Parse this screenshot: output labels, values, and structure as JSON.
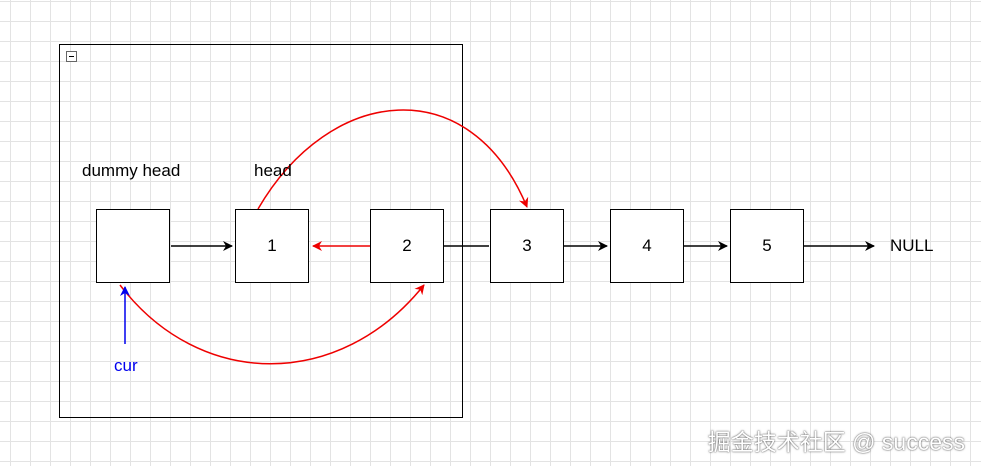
{
  "diagram": {
    "labels": {
      "dummy_head": "dummy head",
      "head": "head",
      "null": "NULL",
      "cur": "cur"
    },
    "nodes": [
      "",
      "1",
      "2",
      "3",
      "4",
      "5"
    ],
    "colors": {
      "next_arrow": "#000000",
      "swap_arrow": "#ee0000",
      "pointer": "#0000ee"
    }
  },
  "watermark": "掘金技术社区 @ success"
}
